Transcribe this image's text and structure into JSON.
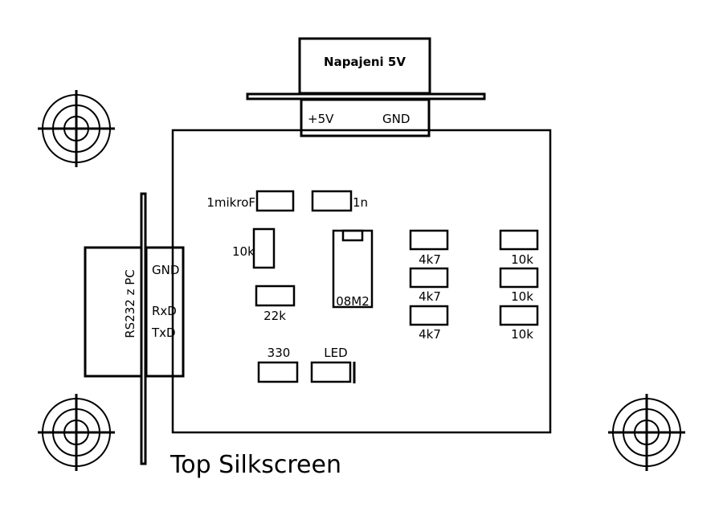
{
  "title": "Top Silkscreen",
  "power_connector": {
    "name": "Napajeni 5V",
    "pins": [
      "+5V",
      "GND"
    ]
  },
  "serial_connector": {
    "name": "RS232 z PC",
    "pins": [
      "GND",
      "RxD",
      "TxD"
    ]
  },
  "components": {
    "c1": "1mikroF",
    "c2": "1n",
    "r_pullup": "10k",
    "r_22k": "22k",
    "ic": "08M2",
    "r_330": "330",
    "led": "LED",
    "r_4k7_1": "4k7",
    "r_4k7_2": "4k7",
    "r_4k7_3": "4k7",
    "r_10k_1": "10k",
    "r_10k_2": "10k",
    "r_10k_3": "10k"
  },
  "mounting_holes": [
    "top-left",
    "bottom-left",
    "bottom-right"
  ]
}
